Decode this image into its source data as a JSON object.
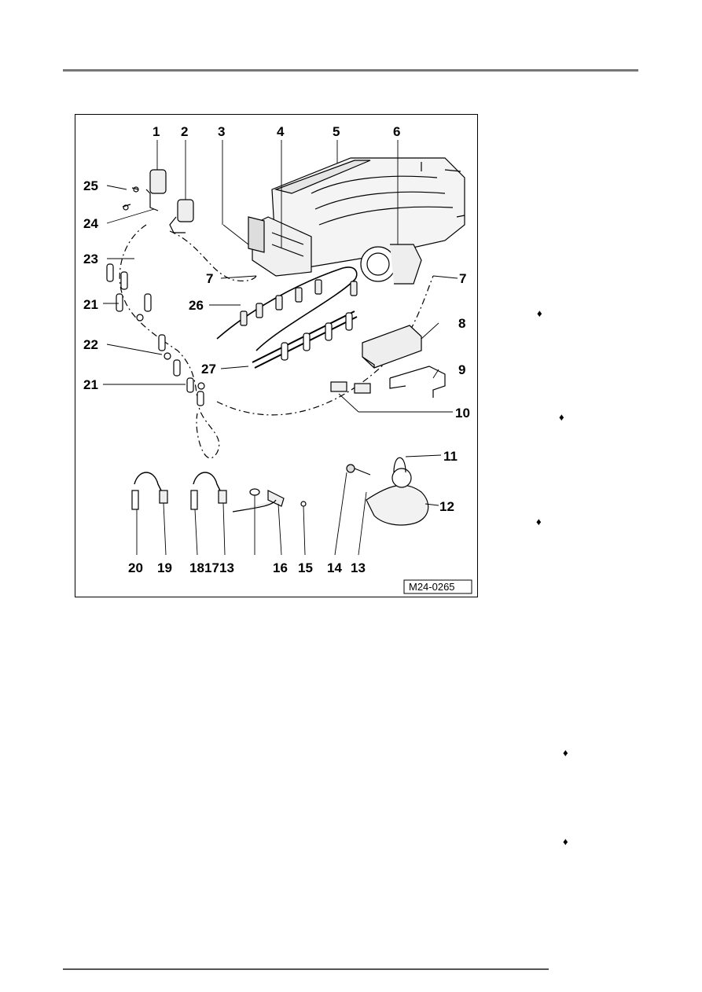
{
  "figure": {
    "reference_code": "M24-0265",
    "callouts": [
      "1",
      "2",
      "3",
      "4",
      "5",
      "6",
      "7",
      "7",
      "8",
      "9",
      "10",
      "11",
      "12",
      "13",
      "13",
      "14",
      "15",
      "16",
      "17",
      "18",
      "19",
      "20",
      "21",
      "21",
      "22",
      "23",
      "24",
      "25",
      "26",
      "27"
    ]
  },
  "bullets": [
    "♦",
    "♦",
    "♦",
    "♦",
    "♦"
  ]
}
